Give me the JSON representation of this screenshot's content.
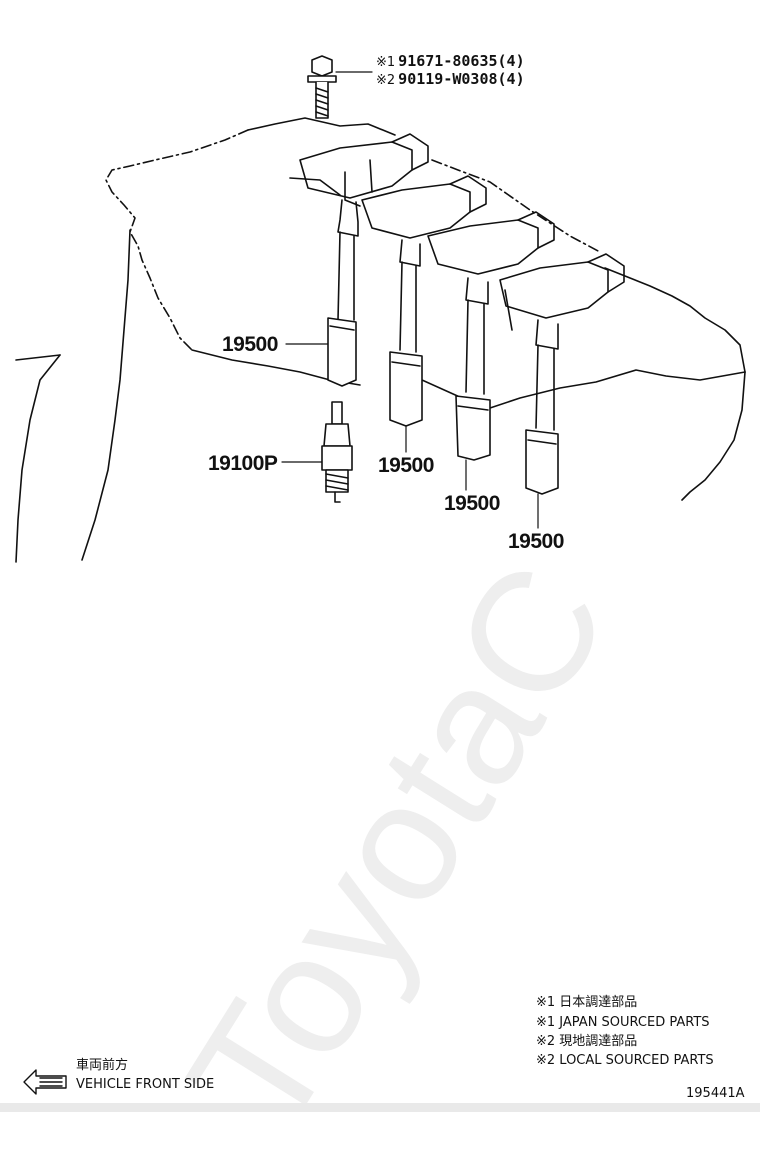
{
  "watermark": "ToyotaC",
  "callouts": [
    {
      "mark": "※1",
      "part": "91671-80635(4)"
    },
    {
      "mark": "※2",
      "part": "90119-W0308(4)"
    }
  ],
  "labels": {
    "coil1": "19500",
    "coil2": "19500",
    "coil3": "19500",
    "coil4": "19500",
    "spark_plug": "19100P"
  },
  "legend": [
    "※1 日本調達部品",
    "※1 JAPAN SOURCED PARTS",
    "※2 現地調達部品",
    "※2 LOCAL SOURCED PARTS"
  ],
  "front": {
    "jp": "車両前方",
    "en": "VEHICLE FRONT SIDE"
  },
  "diagram_id": "195441A"
}
